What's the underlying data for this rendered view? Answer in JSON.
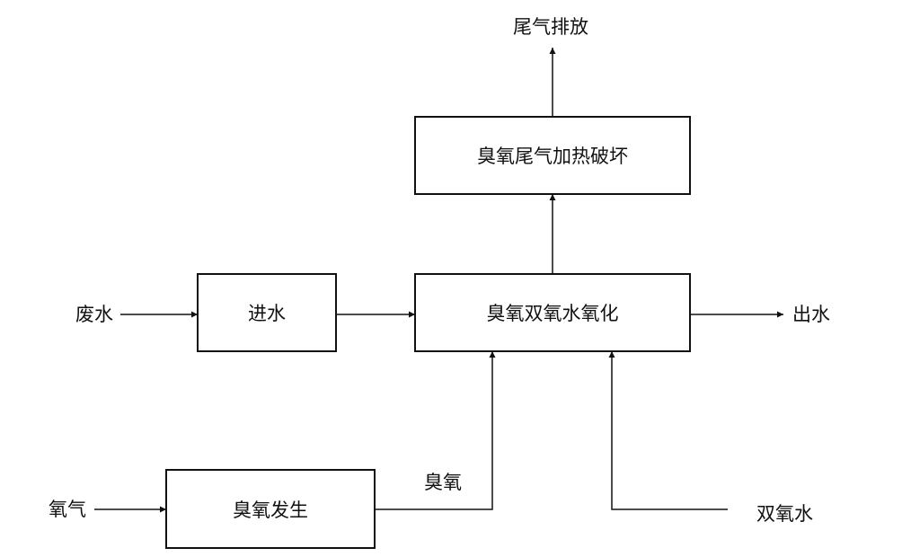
{
  "diagram": {
    "boxes": {
      "tail_gas_destruction": "臭氧尾气加热破坏",
      "water_inlet": "进水",
      "oxidation": "臭氧双氧水氧化",
      "ozone_generation": "臭氧发生"
    },
    "labels": {
      "exhaust": "尾气排放",
      "wastewater": "废水",
      "effluent": "出水",
      "oxygen": "氧气",
      "ozone": "臭氧",
      "hydrogen_peroxide": "双氧水"
    }
  }
}
